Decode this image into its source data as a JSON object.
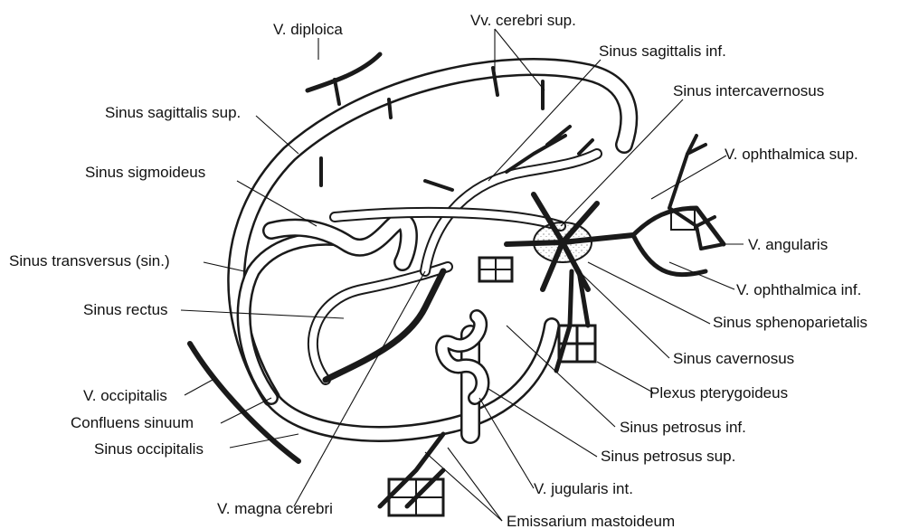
{
  "labels": {
    "v_diploica": "V. diploica",
    "vv_cerebri_sup": "Vv. cerebri sup.",
    "sinus_sagittalis_inf": "Sinus sagittalis inf.",
    "sinus_intercavernosus": "Sinus intercavernosus",
    "sinus_sagittalis_sup": "Sinus sagittalis sup.",
    "v_ophthalmica_sup": "V. ophthalmica sup.",
    "sinus_sigmoideus": "Sinus sigmoideus",
    "v_angularis": "V. angularis",
    "sinus_transversus_sin": "Sinus transversus (sin.)",
    "v_ophthalmica_inf": "V. ophthalmica inf.",
    "sinus_rectus": "Sinus rectus",
    "sinus_sphenoparietalis": "Sinus sphenoparietalis",
    "sinus_cavernosus": "Sinus cavernosus",
    "plexus_pterygoideus": "Plexus pterygoideus",
    "v_occipitalis": "V. occipitalis",
    "confluens_sinuum": "Confluens sinuum",
    "sinus_petrosus_inf": "Sinus petrosus inf.",
    "sinus_occipitalis": "Sinus occipitalis",
    "sinus_petrosus_sup": "Sinus petrosus sup.",
    "v_jugularis_int": "V. jugularis int.",
    "v_magna_cerebri": "V. magna cerebri",
    "emissarium_mastoideum": "Emissarium mastoideum"
  },
  "colors": {
    "ink": "#111111",
    "background": "#ffffff"
  }
}
